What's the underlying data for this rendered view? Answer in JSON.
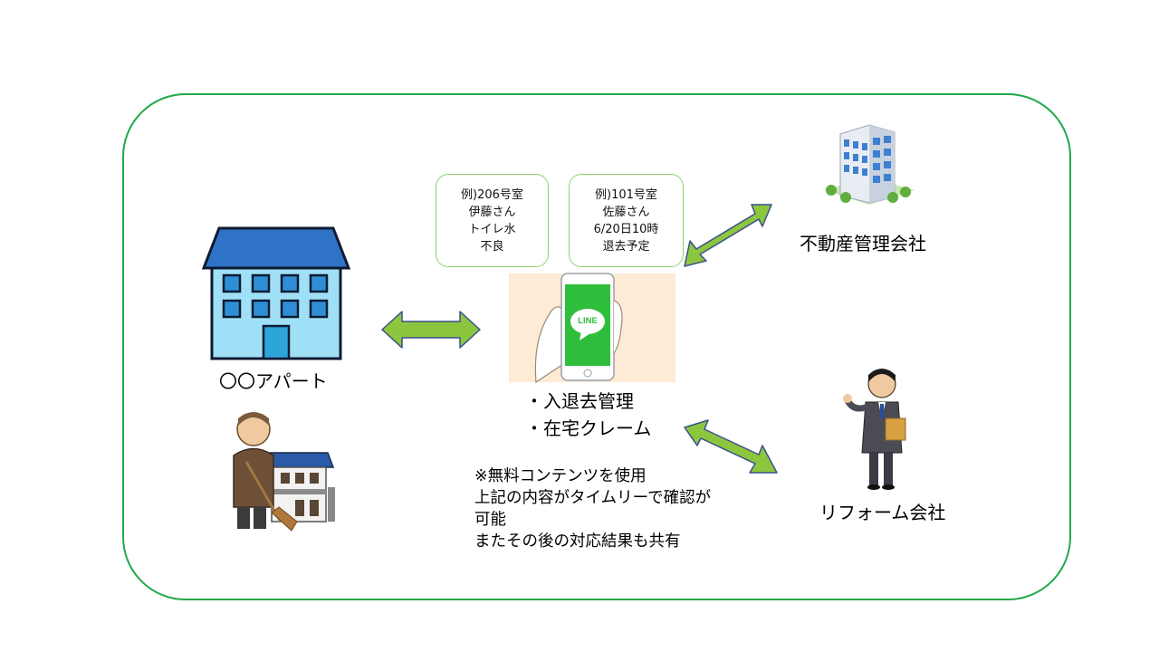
{
  "nodes": {
    "apartment": {
      "label": "〇〇アパート"
    },
    "real_estate": {
      "label": "不動産管理会社"
    },
    "reform": {
      "label": "リフォーム会社"
    }
  },
  "line_app": {
    "icon_text": "LINE",
    "items": [
      "・入退去管理",
      "・在宅クレーム"
    ]
  },
  "bubbles": [
    {
      "lines": [
        "例)206号室",
        "伊藤さん",
        "トイレ水",
        "不良"
      ]
    },
    {
      "lines": [
        "例)101号室",
        "佐藤さん",
        "6/20日10時",
        "退去予定"
      ]
    }
  ],
  "notes": [
    "※無料コンテンツを使用",
    "上記の内容がタイムリーで確認が",
    "可能",
    "またその後の対応結果も共有"
  ],
  "colors": {
    "frame": "#22a84a",
    "arrow_fill": "#8cc63f",
    "arrow_stroke": "#3a4f8c",
    "bubble_border": "#8fd36a",
    "line_green": "#2ebe3c"
  },
  "icons": [
    "apartment-icon",
    "landlord-icon",
    "office-building-icon",
    "businessman-icon",
    "phone-hand-icon"
  ]
}
